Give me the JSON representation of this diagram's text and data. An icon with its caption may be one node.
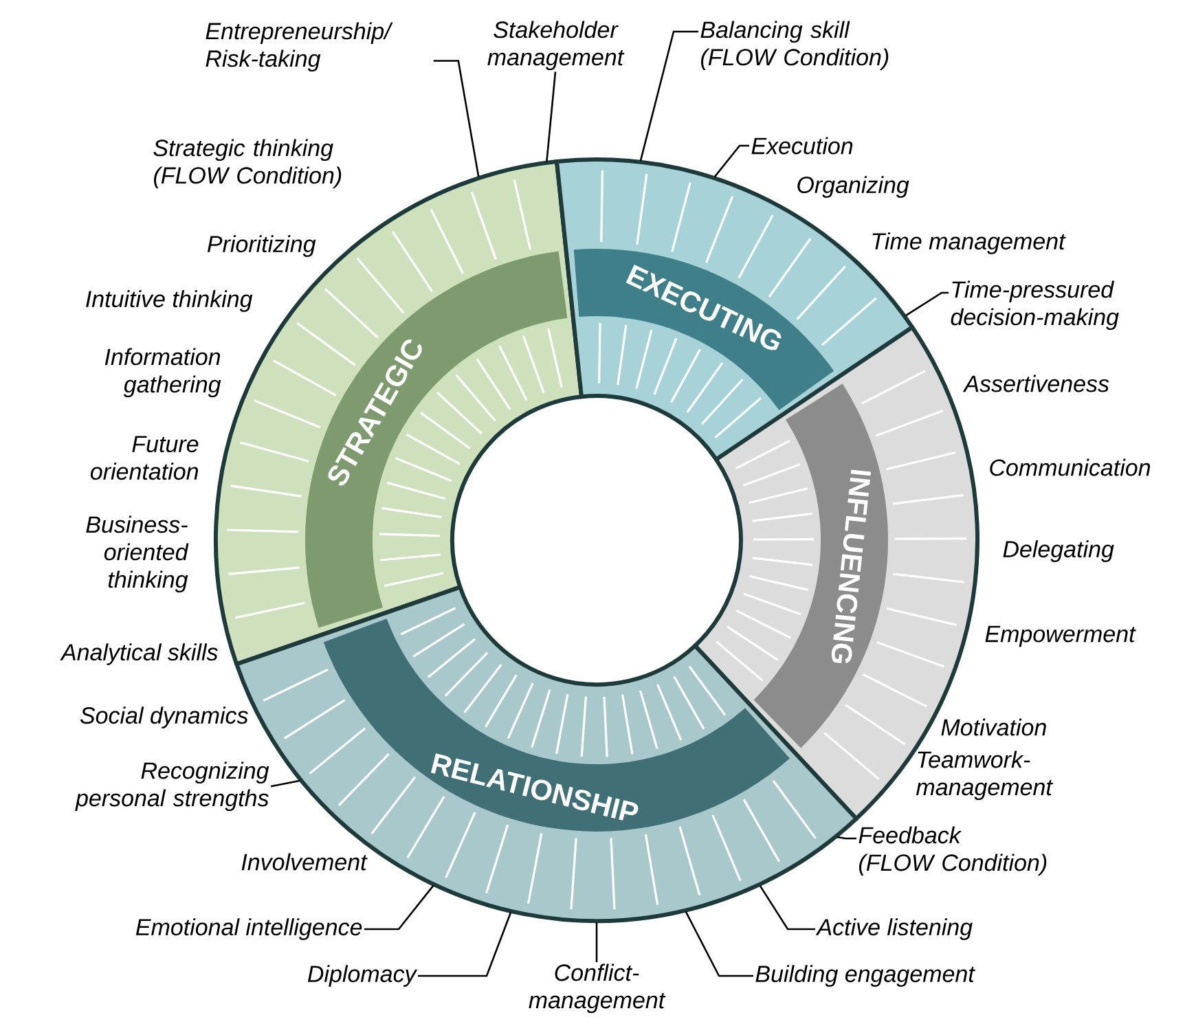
{
  "diagram": {
    "nodes": [
      {
        "text": [
          "STRATEGIC"
        ]
      },
      {
        "text": [
          "EXECUTING"
        ]
      },
      {
        "text": [
          "INFLUENCING"
        ]
      },
      {
        "text": [
          "RELATIONSHIP"
        ]
      },
      {
        "text": [
          "Entrepreneurship/ Risk-taking"
        ]
      },
      {
        "text": [
          "Stakeholder management"
        ]
      },
      {
        "text": [
          "Balancing skill (FLOW Condition)"
        ]
      },
      {
        "text": [
          "Execution"
        ]
      },
      {
        "text": [
          "Time-pressured decision-making"
        ]
      },
      {
        "text": [
          "Feedback (FLOW Condition)"
        ]
      },
      {
        "text": [
          "Active listening"
        ]
      },
      {
        "text": [
          "Building engagement"
        ]
      },
      {
        "text": [
          "Conflict- management"
        ]
      },
      {
        "text": [
          "Diplomacy"
        ]
      },
      {
        "text": [
          "Emotional intelligence"
        ]
      },
      {
        "text": [
          "Recognizing personal strengths"
        ]
      }
    ],
    "edges": [
      {
        "from": 4,
        "to": 0,
        "arrow": "none"
      },
      {
        "from": 5,
        "to": 0,
        "arrow": "none"
      },
      {
        "from": 6,
        "to": 1,
        "arrow": "none"
      },
      {
        "from": 7,
        "to": 1,
        "arrow": "none"
      },
      {
        "from": 8,
        "to": 1,
        "arrow": "none"
      },
      {
        "from": 9,
        "to": 3,
        "arrow": "none"
      },
      {
        "from": 10,
        "to": 3,
        "arrow": "none"
      },
      {
        "from": 11,
        "to": 3,
        "arrow": "none"
      },
      {
        "from": 12,
        "to": 3,
        "arrow": "none"
      },
      {
        "from": 13,
        "to": 3,
        "arrow": "none"
      },
      {
        "from": 14,
        "to": 3,
        "arrow": "none"
      },
      {
        "from": 15,
        "to": 3,
        "arrow": "none"
      }
    ],
    "labels": [
      "Strategic thinking (FLOW Condition)",
      "Prioritizing",
      "Intuitive thinking",
      "Information gathering",
      "Future orientation",
      "Business- oriented thinking",
      "Analytical skills",
      "Social dynamics",
      "Involvement",
      "Organizing",
      "Time management",
      "Assertiveness",
      "Communication",
      "Delegating",
      "Empowerment",
      "Motivation",
      "Teamwork- management"
    ]
  }
}
